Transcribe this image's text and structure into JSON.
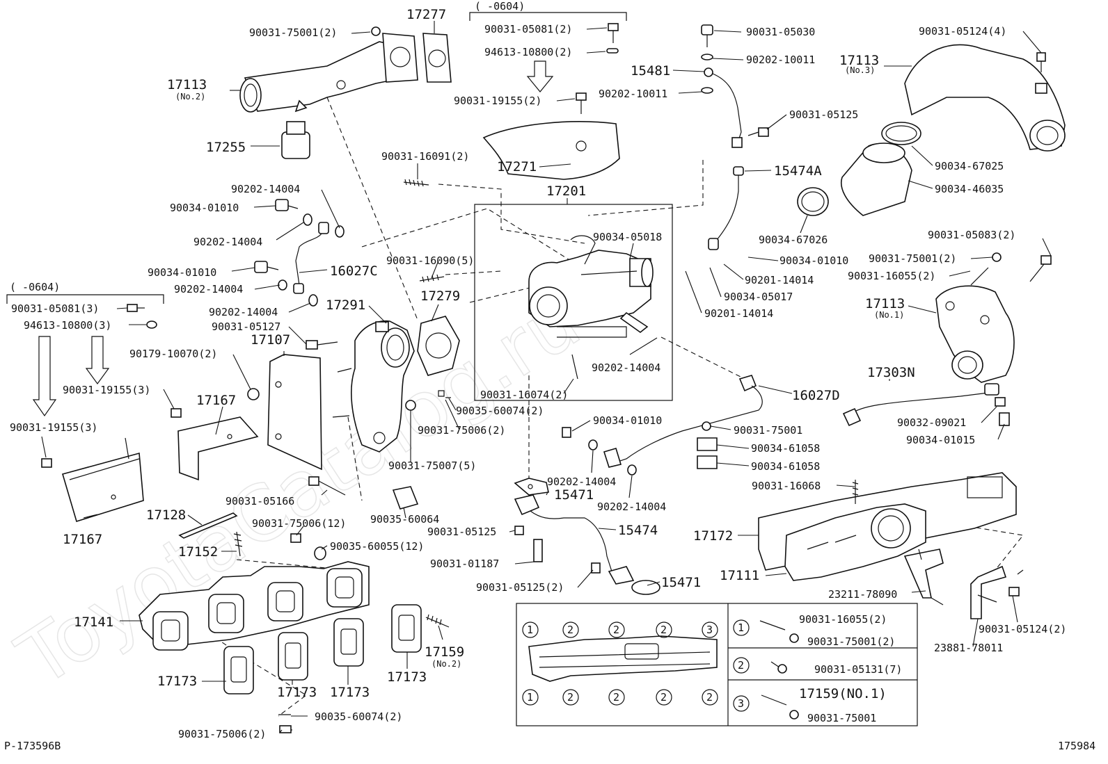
{
  "watermark": "ToyotaCatalog.ru",
  "footer": {
    "left_code": "P-173596B",
    "right_code": "175984"
  },
  "date_ranges": {
    "top": "(      -0604)",
    "left": "(      -0604)"
  },
  "labels": {
    "l90031_75001_2": "90031-75001(2)",
    "l17277": "17277",
    "l17113_no2": "17113",
    "l17113_no2_sub": "(No.2)",
    "l17255": "17255",
    "l90031_05081_2": "90031-05081(2)",
    "l94613_10800_2": "94613-10800(2)",
    "l90031_19155_2": "90031-19155(2)",
    "l17271": "17271",
    "l90031_16091_2": "90031-16091(2)",
    "l17201": "17201",
    "l90031_05030": "90031-05030",
    "l90202_10011_a": "90202-10011",
    "l15481": "15481",
    "l90202_10011_b": "90202-10011",
    "l90031_05125_r": "90031-05125",
    "l15474A": "15474A",
    "l90031_05124_4": "90031-05124(4)",
    "l17113_no3": "17113",
    "l17113_no3_sub": "(No.3)",
    "l90034_67025": "90034-67025",
    "l90034_46035": "90034-46035",
    "l90034_67026": "90034-67026",
    "l90202_14004_a": "90202-14004",
    "l90034_01010_a": "90034-01010",
    "l90202_14004_b": "90202-14004",
    "l90034_01010_b": "90034-01010",
    "l16027C": "16027C",
    "l90202_14004_c": "90202-14004",
    "l90202_14004_d": "90202-14004",
    "l90031_16090_5": "90031-16090(5)",
    "l17279": "17279",
    "l17291": "17291",
    "l90034_05018": "90034-05018",
    "l90034_01010_c": "90034-01010",
    "l90201_14014_a": "90201-14014",
    "l90034_05017": "90034-05017",
    "l90201_14014_b": "90201-14014",
    "l90202_14004_e": "90202-14004",
    "l90031_05083_2": "90031-05083(2)",
    "l90031_75001_2b": "90031-75001(2)",
    "l90031_16055_2": "90031-16055(2)",
    "l17113_no1": "17113",
    "l17113_no1_sub": "(No.1)",
    "l90031_05081_3": "90031-05081(3)",
    "l94613_10800_3": "94613-10800(3)",
    "l90031_05127": "90031-05127",
    "l17107": "17107",
    "l90179_10070_2": "90179-10070(2)",
    "l90031_19155_3a": "90031-19155(3)",
    "l17167_a": "17167",
    "l90031_19155_3b": "90031-19155(3)",
    "l90031_16074_2": "90031-16074(2)",
    "l90035_60074_2a": "90035-60074(2)",
    "l90031_75006_2a": "90031-75006(2)",
    "l16027D": "16027D",
    "l17303N": "17303N",
    "l90031_75007_5": "90031-75007(5)",
    "l90034_01010_d": "90034-01010",
    "l90031_75001": "90031-75001",
    "l90034_61058_a": "90034-61058",
    "l90034_61058_b": "90034-61058",
    "l90032_09021": "90032-09021",
    "l90034_01015": "90034-01015",
    "l17167_b": "17167",
    "l17128": "17128",
    "l90031_05166": "90031-05166",
    "l90035_60064": "90035-60064",
    "l90202_14004_f": "90202-14004",
    "l15471_a": "15471",
    "l90202_14004_g": "90202-14004",
    "l90031_16068": "90031-16068",
    "l90031_75006_12": "90031-75006(12)",
    "l90035_60055_12": "90035-60055(12)",
    "l90031_05125_m": "90031-05125",
    "l15474": "15474",
    "l17172": "17172",
    "l17152": "17152",
    "l90031_01187": "90031-01187",
    "l90031_05125_2": "90031-05125(2)",
    "l15471_b": "15471",
    "l17111": "17111",
    "l23211_78090": "23211-78090",
    "l17141": "17141",
    "l90031_05124_2": "90031-05124(2)",
    "l23881_78011": "23881-78011",
    "l17159": "17159",
    "l17159_sub": "(No.2)",
    "l17173_a": "17173",
    "l17173_b": "17173",
    "l17173_c": "17173",
    "l17173_d": "17173",
    "l90035_60074_2b": "90035-60074(2)",
    "l90031_75006_2b": "90031-75006(2)"
  },
  "inset_table": {
    "top_circles": [
      "1",
      "2",
      "2",
      "2",
      "3"
    ],
    "bottom_circles": [
      "1",
      "2",
      "2",
      "2",
      "2"
    ],
    "legend": [
      {
        "key": "1",
        "items": [
          "90031-16055(2)",
          "90031-75001(2)"
        ]
      },
      {
        "key": "2",
        "items": [
          "90031-05131(7)"
        ]
      },
      {
        "key": "3",
        "items": [
          "17159(NO.1)",
          "90031-75001"
        ]
      }
    ]
  }
}
